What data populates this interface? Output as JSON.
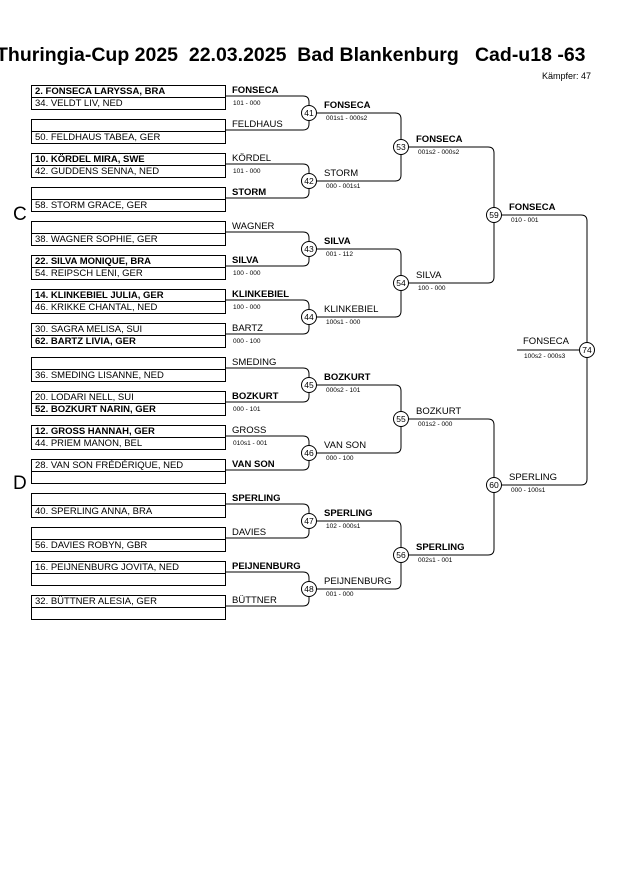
{
  "header": {
    "title": "Thuringia-Cup 2025  22.03.2025  Bad Blankenburg   Cad-u18 -63",
    "fighters_count": "Kämpfer: 47"
  },
  "pools": [
    "C",
    "D"
  ],
  "entries": [
    {
      "name": "2. FONSECA LARYSSA, BRA",
      "bold": true
    },
    {
      "name": "34. VELDT LIV, NED",
      "bold": false
    },
    {
      "name": "",
      "bold": false
    },
    {
      "name": "50. FELDHAUS TABEA, GER",
      "bold": false
    },
    {
      "name": "10. KÖRDEL MIRA, SWE",
      "bold": true
    },
    {
      "name": "42. GUDDENS SENNA, NED",
      "bold": false
    },
    {
      "name": "",
      "bold": false
    },
    {
      "name": "58. STORM GRACE, GER",
      "bold": false
    },
    {
      "name": "",
      "bold": false
    },
    {
      "name": "38. WAGNER SOPHIE, GER",
      "bold": false
    },
    {
      "name": "22. SILVA MONIQUE, BRA",
      "bold": true
    },
    {
      "name": "54. REIPSCH LENI, GER",
      "bold": false
    },
    {
      "name": "14. KLINKEBIEL JULIA, GER",
      "bold": true
    },
    {
      "name": "46. KRIKKE CHANTAL, NED",
      "bold": false
    },
    {
      "name": "30. SAGRA MELISA, SUI",
      "bold": false
    },
    {
      "name": "62. BARTZ LIVIA, GER",
      "bold": true
    },
    {
      "name": "",
      "bold": false
    },
    {
      "name": "36. SMEDING LISANNE, NED",
      "bold": false
    },
    {
      "name": "20. LODARI NELL, SUI",
      "bold": false
    },
    {
      "name": "52. BOZKURT NARIN, GER",
      "bold": true
    },
    {
      "name": "12. GROSS HANNAH, GER",
      "bold": true
    },
    {
      "name": "44. PRIEM MANON, BEL",
      "bold": false
    },
    {
      "name": "28. VAN SON FRÉDÉRIQUE, NED",
      "bold": false
    },
    {
      "name": "",
      "bold": false
    },
    {
      "name": "",
      "bold": false
    },
    {
      "name": "40. SPERLING ANNA, BRA",
      "bold": false
    },
    {
      "name": "",
      "bold": false
    },
    {
      "name": "56. DAVIES ROBYN, GBR",
      "bold": false
    },
    {
      "name": "16. PEIJNENBURG JOVITA, NED",
      "bold": false
    },
    {
      "name": "",
      "bold": false
    },
    {
      "name": "32. BÜTTNER ALESIA, GER",
      "bold": false
    },
    {
      "name": "",
      "bold": false
    }
  ],
  "round1": [
    {
      "winner": "FONSECA",
      "bold": true,
      "score": "101 - 000"
    },
    {
      "winner": "FELDHAUS",
      "bold": false,
      "score": ""
    },
    {
      "winner": "KÖRDEL",
      "bold": false,
      "score": "101 - 000"
    },
    {
      "winner": "STORM",
      "bold": true,
      "score": ""
    },
    {
      "winner": "WAGNER",
      "bold": false,
      "score": ""
    },
    {
      "winner": "SILVA",
      "bold": true,
      "score": "100 - 000"
    },
    {
      "winner": "KLINKEBIEL",
      "bold": true,
      "score": "100 - 000"
    },
    {
      "winner": "BARTZ",
      "bold": false,
      "score": "000 - 100"
    },
    {
      "winner": "SMEDING",
      "bold": false,
      "score": ""
    },
    {
      "winner": "BOZKURT",
      "bold": true,
      "score": "000 - 101"
    },
    {
      "winner": "GROSS",
      "bold": false,
      "score": "010s1 - 001"
    },
    {
      "winner": "VAN SON",
      "bold": true,
      "score": ""
    },
    {
      "winner": "SPERLING",
      "bold": true,
      "score": ""
    },
    {
      "winner": "DAVIES",
      "bold": false,
      "score": ""
    },
    {
      "winner": "PEIJNENBURG",
      "bold": true,
      "score": ""
    },
    {
      "winner": "BÜTTNER",
      "bold": false,
      "score": ""
    }
  ],
  "round2": [
    {
      "match": "41",
      "winner": "FONSECA",
      "bold": true,
      "score": "001s1 - 000s2"
    },
    {
      "match": "42",
      "winner": "STORM",
      "bold": false,
      "score": "000 - 001s1"
    },
    {
      "match": "43",
      "winner": "SILVA",
      "bold": true,
      "score": "001 - 112"
    },
    {
      "match": "44",
      "winner": "KLINKEBIEL",
      "bold": false,
      "score": "100s1 - 000"
    },
    {
      "match": "45",
      "winner": "BOZKURT",
      "bold": true,
      "score": "000s2 - 101"
    },
    {
      "match": "46",
      "winner": "VAN SON",
      "bold": false,
      "score": "000 - 100"
    },
    {
      "match": "47",
      "winner": "SPERLING",
      "bold": true,
      "score": "102 - 000s1"
    },
    {
      "match": "48",
      "winner": "PEIJNENBURG",
      "bold": false,
      "score": "001 - 000"
    }
  ],
  "round3": [
    {
      "match": "53",
      "winner": "FONSECA",
      "bold": true,
      "score": "001s2 - 000s2"
    },
    {
      "match": "54",
      "winner": "SILVA",
      "bold": false,
      "score": "100 - 000"
    },
    {
      "match": "55",
      "winner": "BOZKURT",
      "bold": false,
      "score": "001s2 - 000"
    },
    {
      "match": "56",
      "winner": "SPERLING",
      "bold": true,
      "score": "002s1 - 001"
    }
  ],
  "round4": [
    {
      "match": "59",
      "winner": "FONSECA",
      "bold": true,
      "score": "010 - 001"
    },
    {
      "match": "60",
      "winner": "SPERLING",
      "bold": false,
      "score": "000 - 100s1"
    }
  ],
  "final": {
    "match": "74",
    "winner": "FONSECA",
    "bold": false,
    "score": "100s2 - 000s3"
  }
}
